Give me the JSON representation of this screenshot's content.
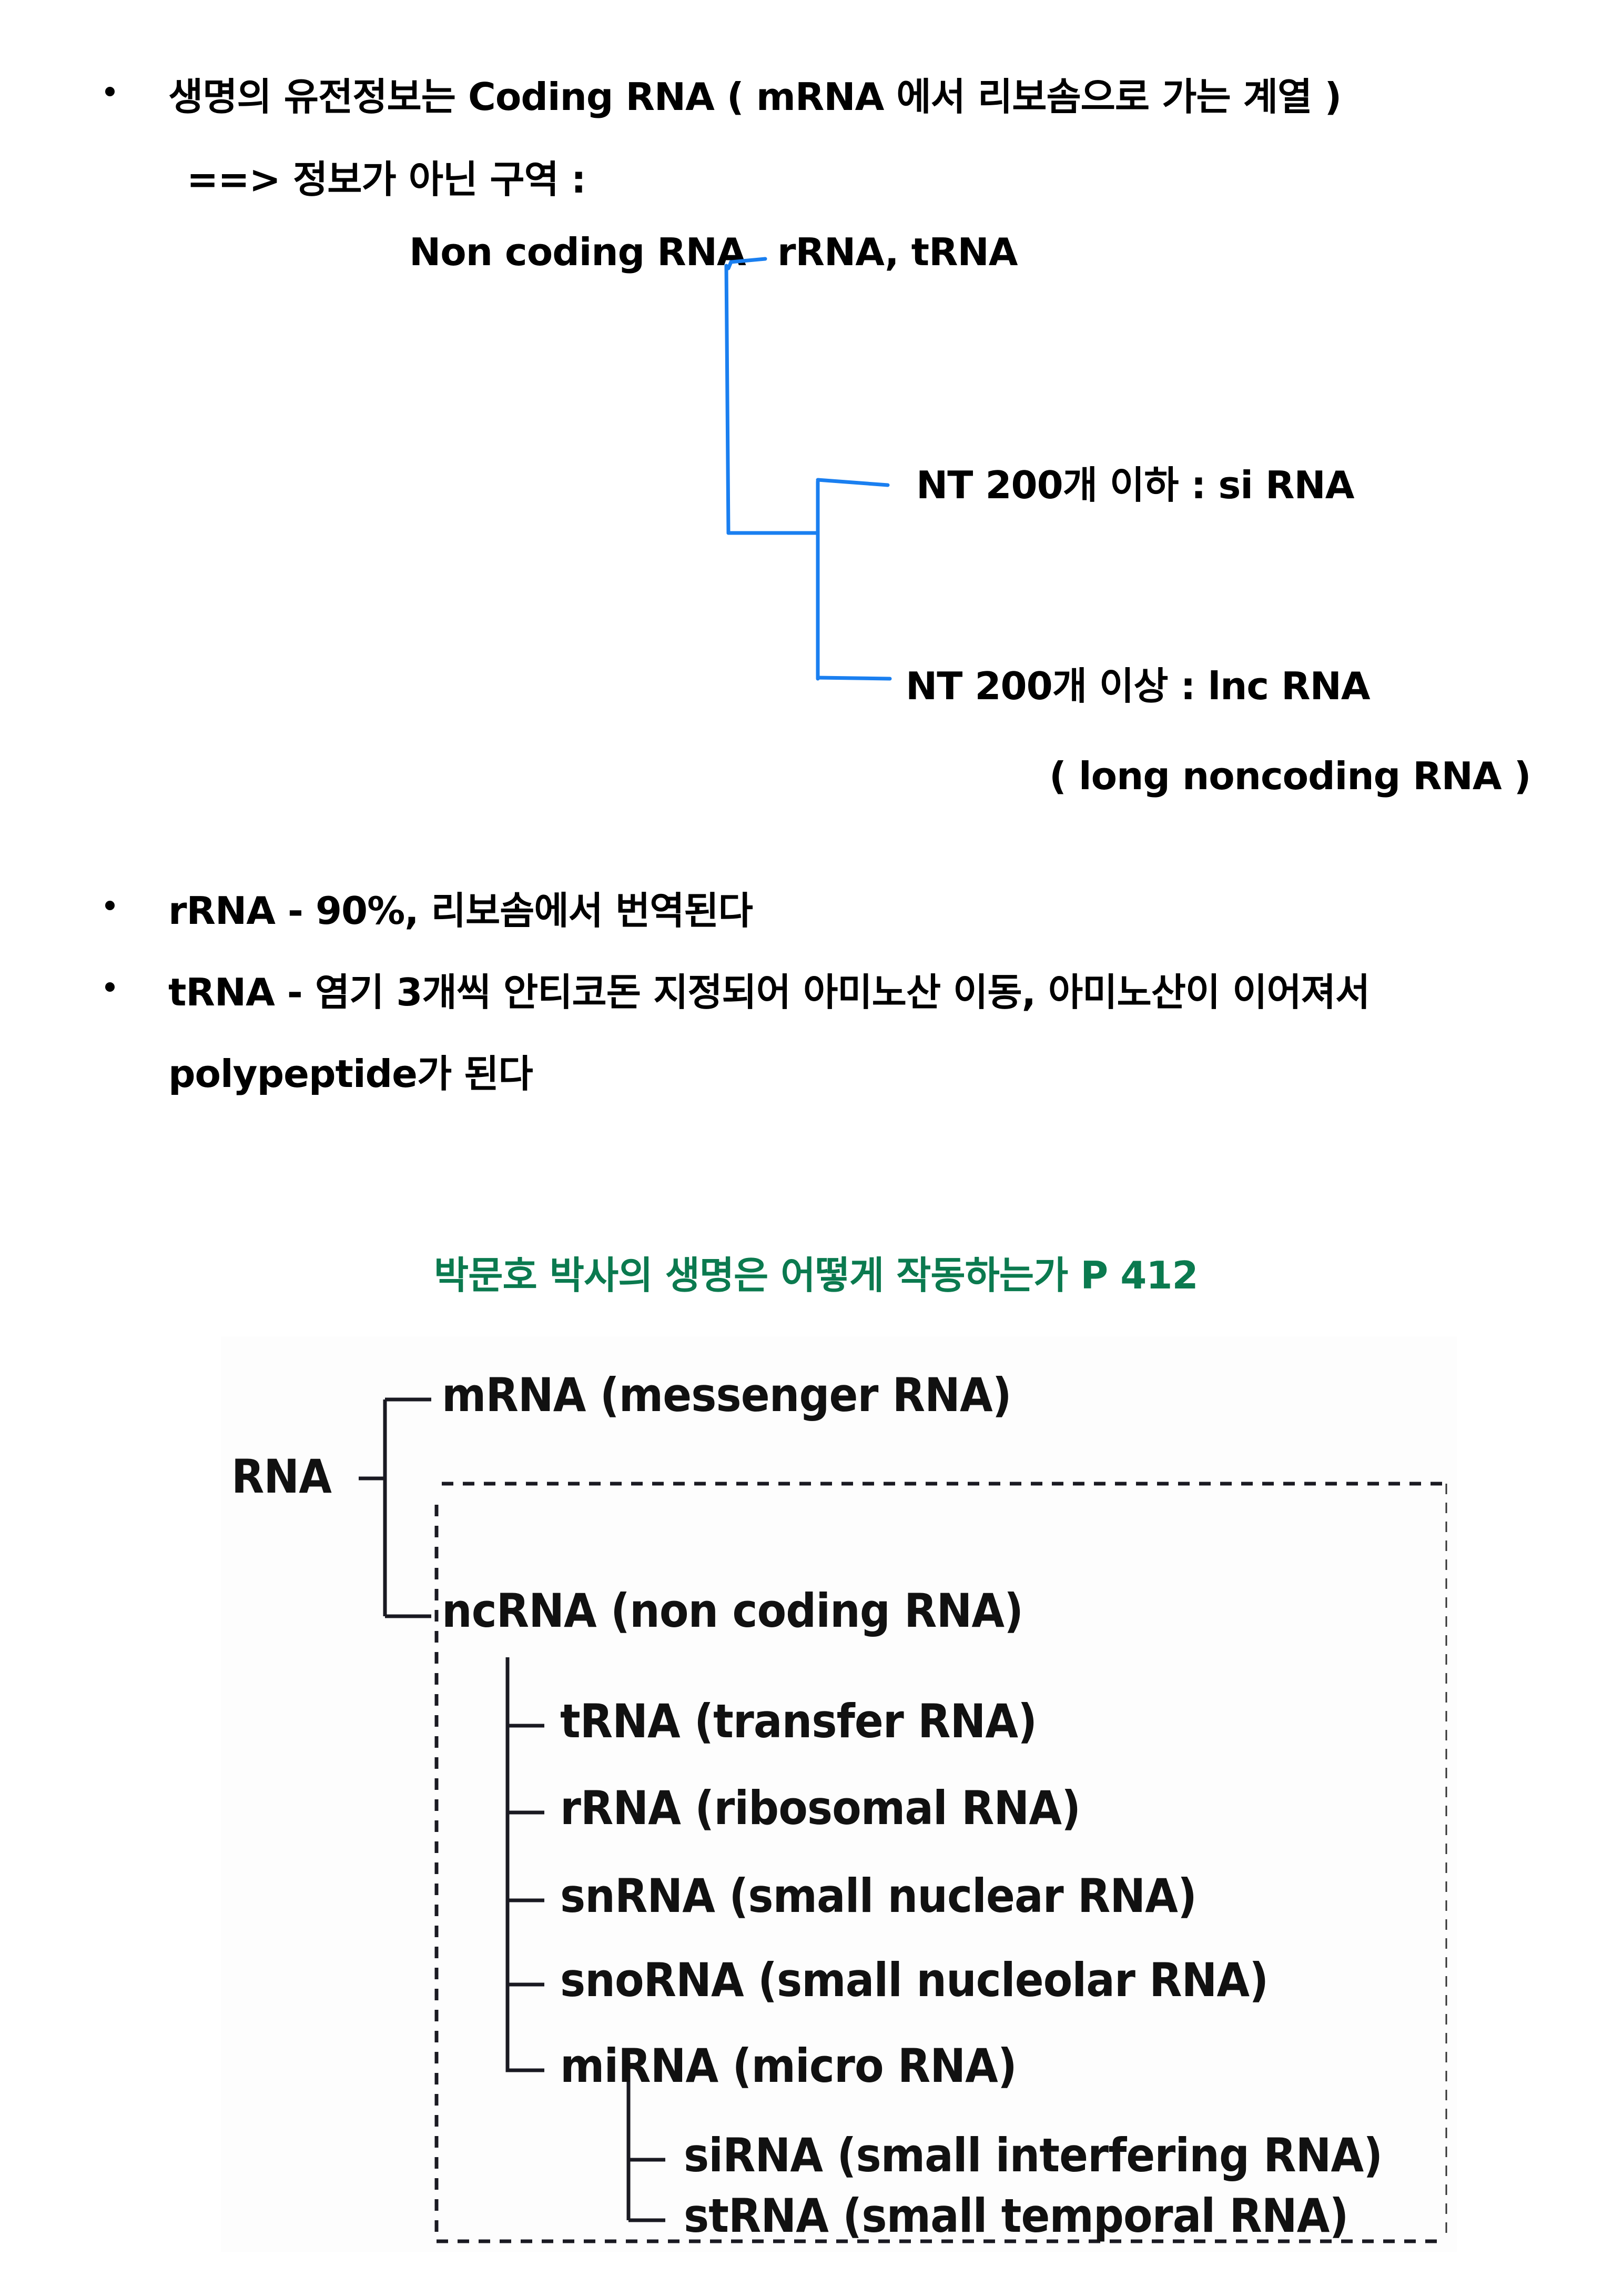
{
  "notes": {
    "line1": "생명의 유전정보는 Coding RNA  ( mRNA 에서 리보솜으로 가는 계열 )",
    "line2": "==>  정보가 아닌 구역 :",
    "noncoding_label": "Non coding RNA",
    "noncoding_branch_top": "rRNA, tRNA",
    "branch_short": "NT 200개 이하 : si RNA",
    "branch_long": "NT 200개 이상 : lnc RNA",
    "branch_long_note": "( long noncoding RNA )",
    "bullet_rrna": "rRNA - 90%, 리보솜에서 번역된다",
    "bullet_trna": "tRNA - 염기 3개씩 안티코돈 지정되어 아미노산 이동, 아미노산이 이어져서",
    "bullet_trna_cont": "polypeptide가 된다",
    "bracket_color": "#1a7ff0"
  },
  "source": {
    "title": "박문호 박사의 생명은 어떻게 작동하는가  P 412",
    "color": "#0b7a4f"
  },
  "diagram": {
    "root": "RNA",
    "mrna": "mRNA (messenger RNA)",
    "ncrna": "ncRNA (non coding RNA)",
    "nc_children": [
      "tRNA (transfer RNA)",
      "rRNA (ribosomal RNA)",
      "snRNA (small nuclear RNA)",
      "snoRNA (small nucleolar RNA)",
      "miRNA (micro RNA)"
    ],
    "mi_children": [
      "siRNA (small interfering RNA)",
      "stRNA (small temporal RNA)"
    ]
  }
}
